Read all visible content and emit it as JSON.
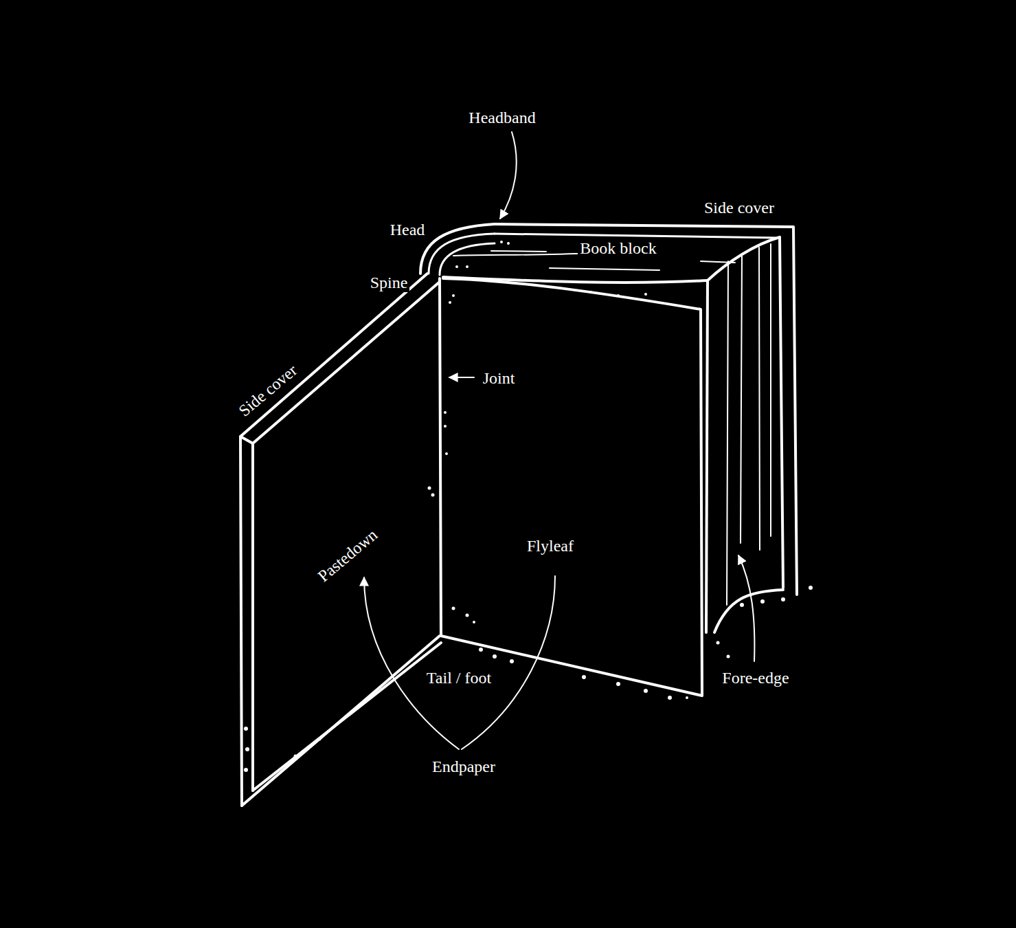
{
  "diagram": {
    "labels": [
      "Headband",
      "Side cover",
      "Head",
      "Book block",
      "Spine",
      "Side cover",
      "Joint",
      "Flyleaf",
      "Pastedown",
      "Tail / foot",
      "Fore-edge",
      "Endpaper"
    ]
  }
}
